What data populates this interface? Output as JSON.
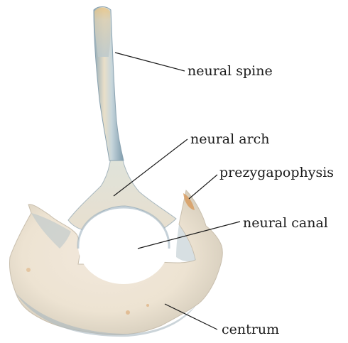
{
  "labels": {
    "neural_spine": "neural spine",
    "neural_arch": "neural arch",
    "prezygapophysis": "prezygapophysis",
    "neural_canal": "neural canal",
    "centrum": "centrum"
  },
  "colors": {
    "bone_light": "#f3ece0",
    "bone_mid": "#d9d4c6",
    "bone_shadow": "#9fb3bf",
    "bone_tan": "#e6cf9e",
    "stain_orange": "#d89a5b",
    "leader_line": "#1a1a1a",
    "background": "#ffffff"
  }
}
